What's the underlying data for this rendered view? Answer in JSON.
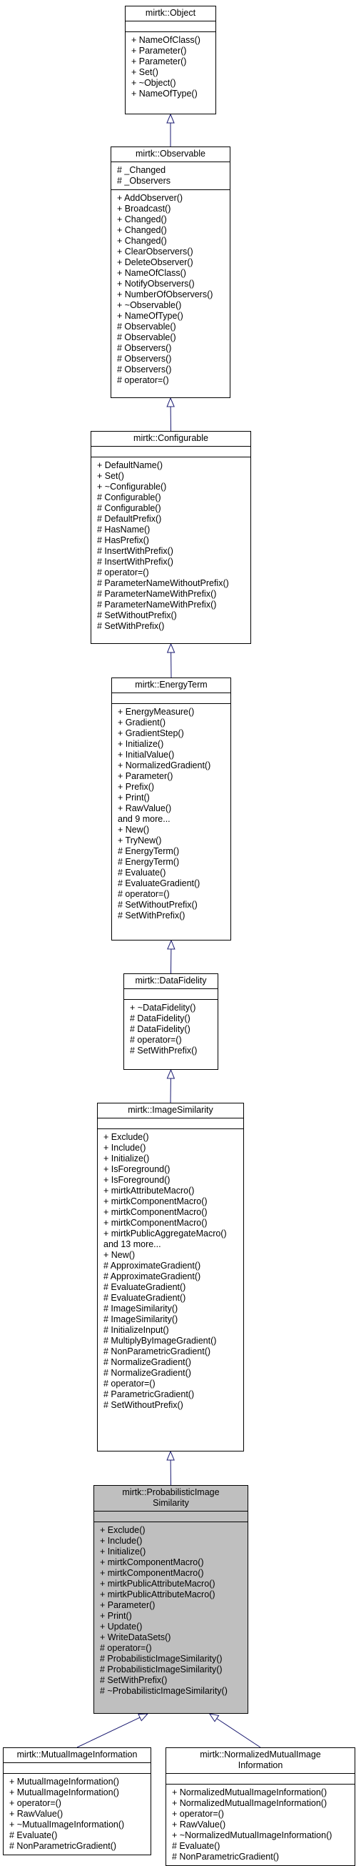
{
  "classes": [
    {
      "id": "object",
      "title": [
        "mirtk::Object"
      ],
      "attributes": [],
      "methods": [
        "+ NameOfClass()",
        "+ Parameter()",
        "+ Parameter()",
        "+ Set()",
        "+ ~Object()",
        "+ NameOfType()"
      ]
    },
    {
      "id": "observable",
      "title": [
        "mirtk::Observable"
      ],
      "attributes": [
        "# _Changed",
        "# _Observers"
      ],
      "methods": [
        "+ AddObserver()",
        "+ Broadcast()",
        "+ Changed()",
        "+ Changed()",
        "+ Changed()",
        "+ ClearObservers()",
        "+ DeleteObserver()",
        "+ NameOfClass()",
        "+ NotifyObservers()",
        "+ NumberOfObservers()",
        "+ ~Observable()",
        "+ NameOfType()",
        "# Observable()",
        "# Observable()",
        "# Observers()",
        "# Observers()",
        "# Observers()",
        "# operator=()"
      ]
    },
    {
      "id": "configurable",
      "title": [
        "mirtk::Configurable"
      ],
      "attributes": [],
      "methods": [
        "+ DefaultName()",
        "+ Set()",
        "+ ~Configurable()",
        "# Configurable()",
        "# Configurable()",
        "# DefaultPrefix()",
        "# HasName()",
        "# HasPrefix()",
        "# InsertWithPrefix()",
        "# InsertWithPrefix()",
        "# operator=()",
        "# ParameterNameWithoutPrefix()",
        "# ParameterNameWithPrefix()",
        "# ParameterNameWithPrefix()",
        "# SetWithoutPrefix()",
        "# SetWithPrefix()"
      ]
    },
    {
      "id": "energyterm",
      "title": [
        "mirtk::EnergyTerm"
      ],
      "attributes": [],
      "methods": [
        "+ EnergyMeasure()",
        "+ Gradient()",
        "+ GradientStep()",
        "+ Initialize()",
        "+ InitialValue()",
        "+ NormalizedGradient()",
        "+ Parameter()",
        "+ Prefix()",
        "+ Print()",
        "+ RawValue()",
        "and 9 more...",
        "+ New()",
        "+ TryNew()",
        "# EnergyTerm()",
        "# EnergyTerm()",
        "# Evaluate()",
        "# EvaluateGradient()",
        "# operator=()",
        "# SetWithoutPrefix()",
        "# SetWithPrefix()"
      ]
    },
    {
      "id": "datafidelity",
      "title": [
        "mirtk::DataFidelity"
      ],
      "attributes": [],
      "methods": [
        "+ ~DataFidelity()",
        "# DataFidelity()",
        "# DataFidelity()",
        "# operator=()",
        "# SetWithPrefix()"
      ]
    },
    {
      "id": "imagesimilarity",
      "title": [
        "mirtk::ImageSimilarity"
      ],
      "attributes": [],
      "methods": [
        "+ Exclude()",
        "+ Include()",
        "+ Initialize()",
        "+ IsForeground()",
        "+ IsForeground()",
        "+ mirtkAttributeMacro()",
        "+ mirtkComponentMacro()",
        "+ mirtkComponentMacro()",
        "+ mirtkComponentMacro()",
        "+ mirtkPublicAggregateMacro()",
        "and 13 more...",
        "+ New()",
        "# ApproximateGradient()",
        "# ApproximateGradient()",
        "# EvaluateGradient()",
        "# EvaluateGradient()",
        "# ImageSimilarity()",
        "# ImageSimilarity()",
        "# InitializeInput()",
        "# MultiplyByImageGradient()",
        "# NonParametricGradient()",
        "# NormalizeGradient()",
        "# NormalizeGradient()",
        "# operator=()",
        "# ParametricGradient()",
        "# SetWithoutPrefix()"
      ]
    },
    {
      "id": "probabilistic",
      "title": [
        "mirtk::ProbabilisticImage",
        "Similarity"
      ],
      "attributes": [],
      "methods": [
        "+ Exclude()",
        "+ Include()",
        "+ Initialize()",
        "+ mirtkComponentMacro()",
        "+ mirtkComponentMacro()",
        "+ mirtkPublicAttributeMacro()",
        "+ mirtkPublicAttributeMacro()",
        "+ Parameter()",
        "+ Print()",
        "+ Update()",
        "+ WriteDataSets()",
        "# operator=()",
        "# ProbabilisticImageSimilarity()",
        "# ProbabilisticImageSimilarity()",
        "# SetWithPrefix()",
        "# ~ProbabilisticImageSimilarity()"
      ]
    },
    {
      "id": "mutual",
      "title": [
        "mirtk::MutualImageInformation"
      ],
      "attributes": [],
      "methods": [
        "+ MutualImageInformation()",
        "+ MutualImageInformation()",
        "+ operator=()",
        "+ RawValue()",
        "+ ~MutualImageInformation()",
        "# Evaluate()",
        "# NonParametricGradient()"
      ]
    },
    {
      "id": "normalized",
      "title": [
        "mirtk::NormalizedMutualImage",
        "Information"
      ],
      "attributes": [],
      "methods": [
        "+ NormalizedMutualImageInformation()",
        "+ NormalizedMutualImageInformation()",
        "+ operator=()",
        "+ RawValue()",
        "+ ~NormalizedMutualImageInformation()",
        "# Evaluate()",
        "# NonParametricGradient()"
      ]
    }
  ],
  "colors": {
    "edge": "#191970",
    "highlight": "#bfbfbf",
    "border": "#000000"
  }
}
